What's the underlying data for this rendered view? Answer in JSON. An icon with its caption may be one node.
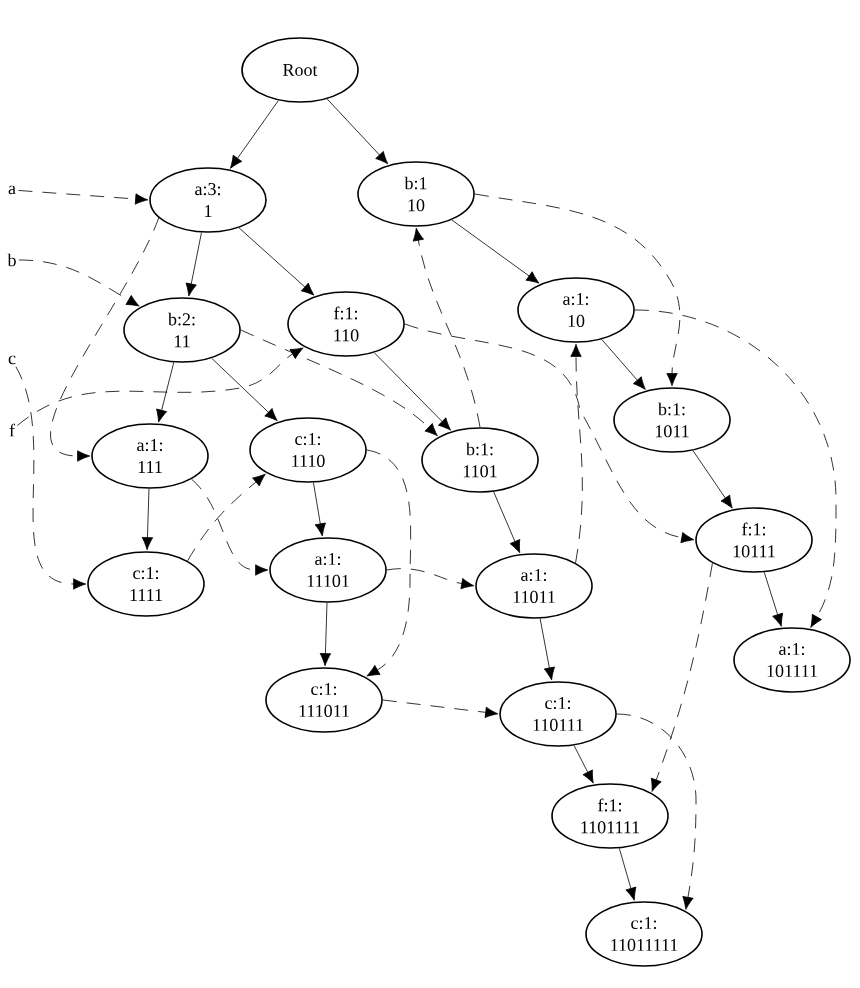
{
  "diagram": {
    "nodes": [
      {
        "text": [
          "Root"
        ]
      },
      {
        "text": [
          "a:3:",
          "1"
        ]
      },
      {
        "text": [
          "b:1",
          "10"
        ]
      },
      {
        "text": [
          "b:2:",
          "11"
        ]
      },
      {
        "text": [
          "f:1:",
          "110"
        ]
      },
      {
        "text": [
          "a:1:",
          "10"
        ]
      },
      {
        "text": [
          "a:1:",
          "111"
        ]
      },
      {
        "text": [
          "c:1:",
          "1110"
        ]
      },
      {
        "text": [
          "b:1:",
          "1101"
        ]
      },
      {
        "text": [
          "b:1:",
          "1011"
        ]
      },
      {
        "text": [
          "c:1:",
          "1111"
        ]
      },
      {
        "text": [
          "a:1:",
          "11101"
        ]
      },
      {
        "text": [
          "a:1:",
          "11011"
        ]
      },
      {
        "text": [
          "f:1:",
          "10111"
        ]
      },
      {
        "text": [
          "a:1:",
          "101111"
        ]
      },
      {
        "text": [
          "c:1:",
          "111011"
        ]
      },
      {
        "text": [
          "c:1:",
          "110111"
        ]
      },
      {
        "text": [
          "f:1:",
          "1101111"
        ]
      },
      {
        "text": [
          "c:1:",
          "11011111"
        ]
      },
      {
        "text": [
          "a"
        ]
      },
      {
        "text": [
          "b"
        ]
      },
      {
        "text": [
          "c"
        ]
      },
      {
        "text": [
          "f"
        ]
      }
    ],
    "edges": [
      {
        "from": 0,
        "to": 1,
        "arrow": "to"
      },
      {
        "from": 0,
        "to": 2,
        "arrow": "to"
      },
      {
        "from": 1,
        "to": 3,
        "arrow": "to"
      },
      {
        "from": 1,
        "to": 4,
        "arrow": "to"
      },
      {
        "from": 2,
        "to": 5,
        "arrow": "to"
      },
      {
        "from": 3,
        "to": 6,
        "arrow": "to"
      },
      {
        "from": 3,
        "to": 7,
        "arrow": "to"
      },
      {
        "from": 4,
        "to": 8,
        "arrow": "to"
      },
      {
        "from": 5,
        "to": 9,
        "arrow": "to"
      },
      {
        "from": 6,
        "to": 10,
        "arrow": "to"
      },
      {
        "from": 7,
        "to": 11,
        "arrow": "to"
      },
      {
        "from": 8,
        "to": 12,
        "arrow": "to"
      },
      {
        "from": 9,
        "to": 13,
        "arrow": "to"
      },
      {
        "from": 13,
        "to": 14,
        "arrow": "to"
      },
      {
        "from": 11,
        "to": 15,
        "arrow": "to"
      },
      {
        "from": 12,
        "to": 16,
        "arrow": "to"
      },
      {
        "from": 16,
        "to": 17,
        "arrow": "to"
      },
      {
        "from": 17,
        "to": 18,
        "arrow": "to"
      },
      {
        "from": 19,
        "to": 1,
        "arrow": "to",
        "style": "dashed"
      },
      {
        "from": 1,
        "to": 6,
        "arrow": "to",
        "style": "dashed"
      },
      {
        "from": 6,
        "to": 11,
        "arrow": "to",
        "style": "dashed"
      },
      {
        "from": 11,
        "to": 12,
        "arrow": "to",
        "style": "dashed"
      },
      {
        "from": 12,
        "to": 5,
        "arrow": "to",
        "style": "dashed"
      },
      {
        "from": 5,
        "to": 14,
        "arrow": "to",
        "style": "dashed"
      },
      {
        "from": 20,
        "to": 3,
        "arrow": "to",
        "style": "dashed"
      },
      {
        "from": 3,
        "to": 8,
        "arrow": "to",
        "style": "dashed"
      },
      {
        "from": 8,
        "to": 2,
        "arrow": "to",
        "style": "dashed"
      },
      {
        "from": 2,
        "to": 9,
        "arrow": "to",
        "style": "dashed"
      },
      {
        "from": 21,
        "to": 10,
        "arrow": "to",
        "style": "dashed"
      },
      {
        "from": 10,
        "to": 7,
        "arrow": "to",
        "style": "dashed"
      },
      {
        "from": 7,
        "to": 15,
        "arrow": "to",
        "style": "dashed"
      },
      {
        "from": 15,
        "to": 16,
        "arrow": "to",
        "style": "dashed"
      },
      {
        "from": 16,
        "to": 18,
        "arrow": "to",
        "style": "dashed"
      },
      {
        "from": 22,
        "to": 4,
        "arrow": "to",
        "style": "dashed"
      },
      {
        "from": 4,
        "to": 13,
        "arrow": "to",
        "style": "dashed"
      },
      {
        "from": 13,
        "to": 17,
        "arrow": "to",
        "style": "dashed"
      }
    ]
  }
}
